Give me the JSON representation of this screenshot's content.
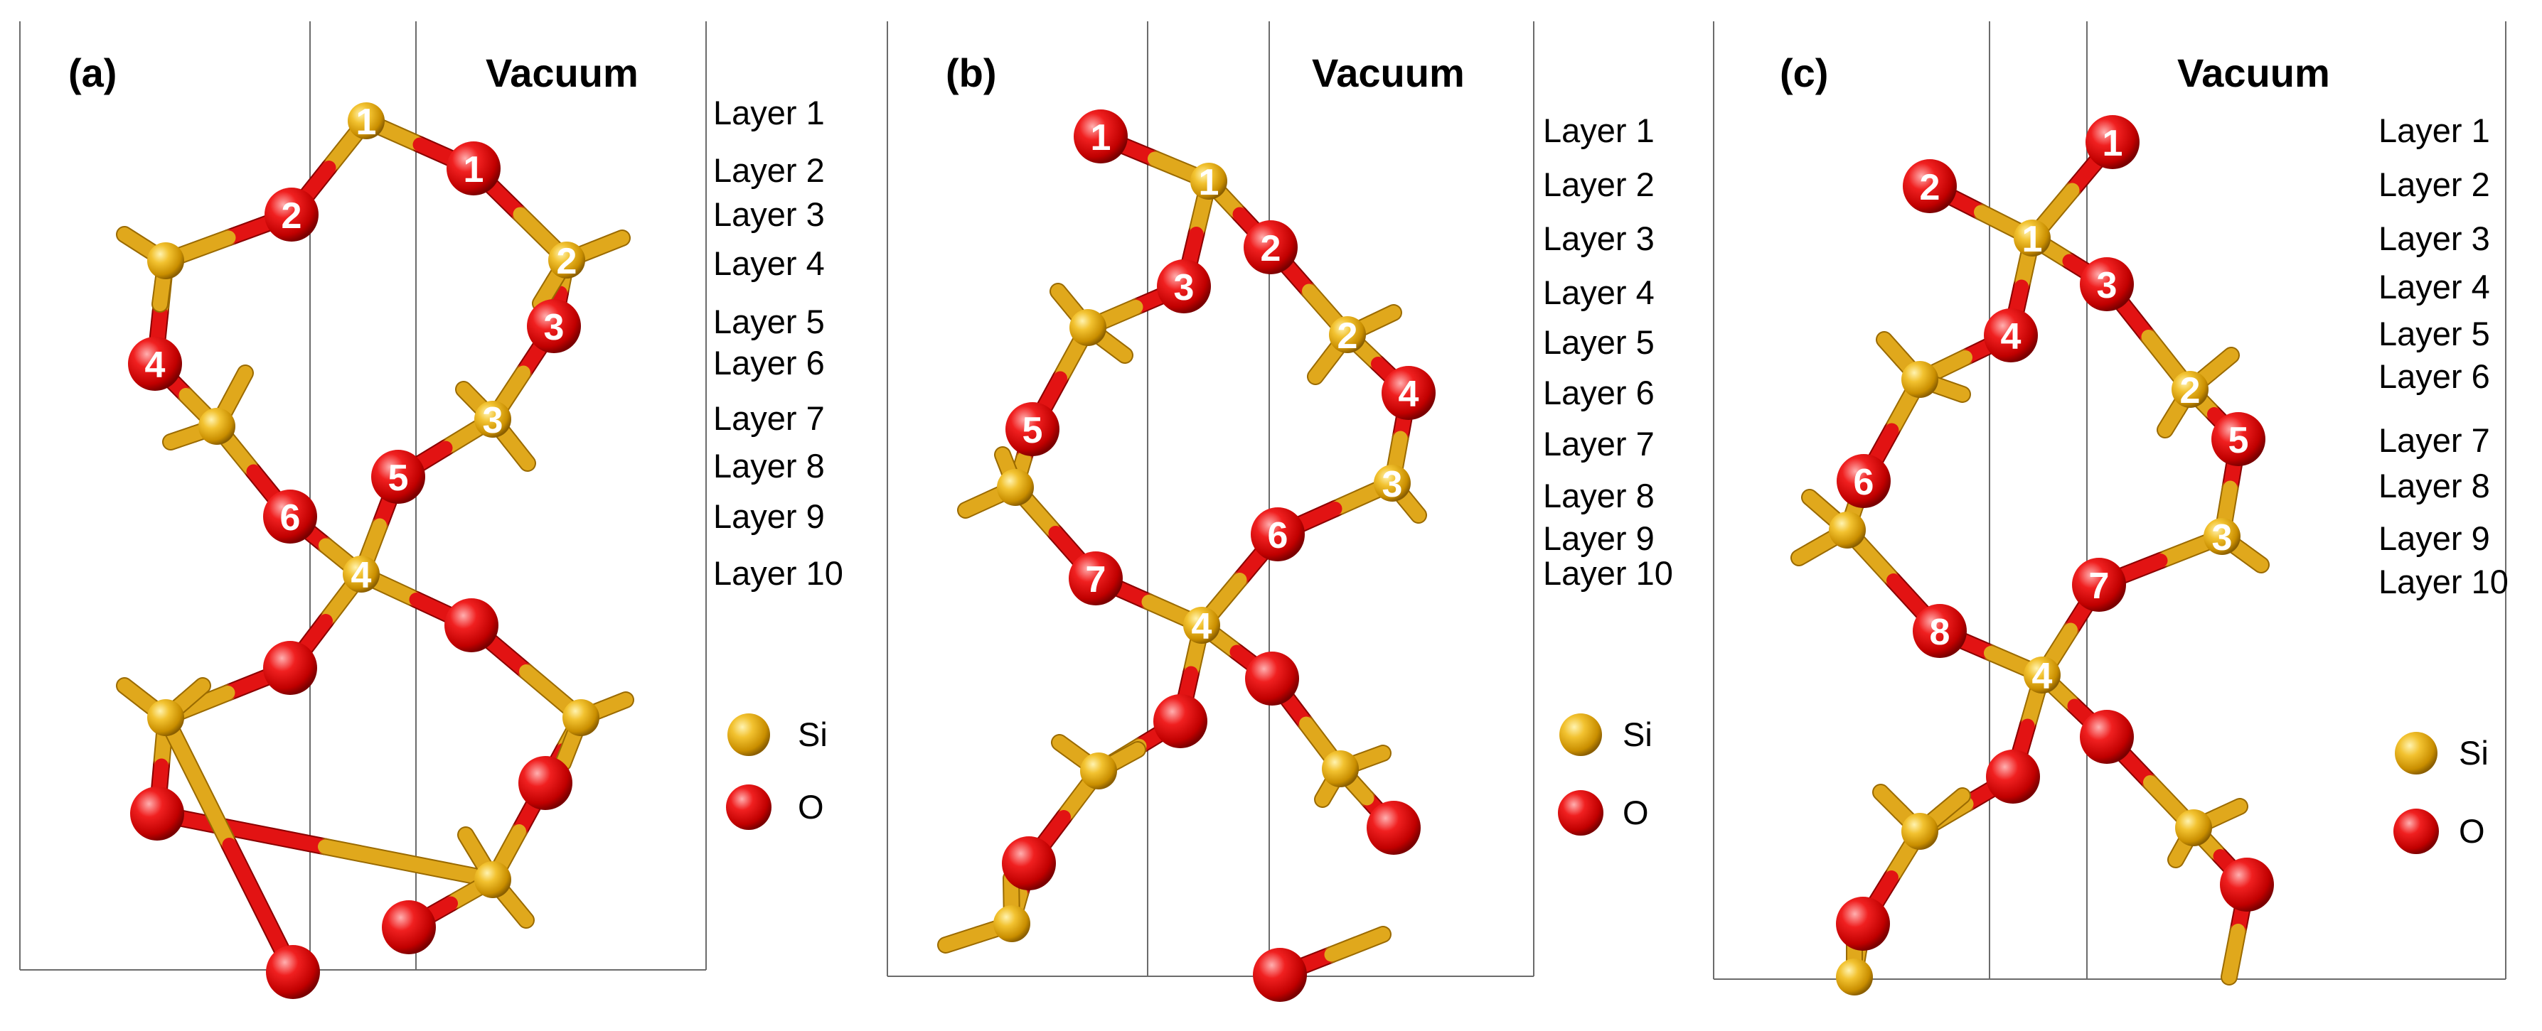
{
  "colors": {
    "si": "#e0a81c",
    "si_dark": "#9a6a00",
    "o": "#e21313",
    "o_dark": "#8a0000",
    "frame": "#6b6b6b"
  },
  "legend": {
    "si_label": "Si",
    "o_label": "O"
  },
  "panels": [
    {
      "label": "(a)",
      "vacuum": "Vacuum",
      "layers": [
        "Layer 1",
        "Layer 2",
        "Layer 3",
        "Layer 4",
        "Layer 5",
        "Layer 6",
        "Layer 7",
        "Layer 8",
        "Layer 9",
        "Layer 10"
      ],
      "atoms": [
        {
          "id": "si1",
          "type": "Si",
          "label": "1"
        },
        {
          "id": "si2",
          "type": "Si",
          "label": "2"
        },
        {
          "id": "si3",
          "type": "Si",
          "label": "3"
        },
        {
          "id": "si4",
          "type": "Si",
          "label": "4"
        },
        {
          "id": "sia",
          "type": "Si",
          "label": ""
        },
        {
          "id": "sib",
          "type": "Si",
          "label": ""
        },
        {
          "id": "sic",
          "type": "Si",
          "label": ""
        },
        {
          "id": "sid",
          "type": "Si",
          "label": ""
        },
        {
          "id": "sie",
          "type": "Si",
          "label": ""
        },
        {
          "id": "o1",
          "type": "O",
          "label": "1"
        },
        {
          "id": "o2",
          "type": "O",
          "label": "2"
        },
        {
          "id": "o3",
          "type": "O",
          "label": "3"
        },
        {
          "id": "o4",
          "type": "O",
          "label": "4"
        },
        {
          "id": "o5",
          "type": "O",
          "label": "5"
        },
        {
          "id": "o6",
          "type": "O",
          "label": "6"
        },
        {
          "id": "oa",
          "type": "O",
          "label": ""
        },
        {
          "id": "ob",
          "type": "O",
          "label": ""
        },
        {
          "id": "oc",
          "type": "O",
          "label": ""
        },
        {
          "id": "od",
          "type": "O",
          "label": ""
        },
        {
          "id": "oe",
          "type": "O",
          "label": ""
        },
        {
          "id": "of",
          "type": "O",
          "label": ""
        }
      ]
    },
    {
      "label": "(b)",
      "vacuum": "Vacuum",
      "layers": [
        "Layer 1",
        "Layer 2",
        "Layer 3",
        "Layer 4",
        "Layer 5",
        "Layer 6",
        "Layer 7",
        "Layer 8",
        "Layer 9",
        "Layer 10"
      ],
      "atoms": [
        {
          "id": "si1",
          "type": "Si",
          "label": "1"
        },
        {
          "id": "si2",
          "type": "Si",
          "label": "2"
        },
        {
          "id": "si3",
          "type": "Si",
          "label": "3"
        },
        {
          "id": "si4",
          "type": "Si",
          "label": "4"
        },
        {
          "id": "sia",
          "type": "Si",
          "label": ""
        },
        {
          "id": "sib",
          "type": "Si",
          "label": ""
        },
        {
          "id": "sic",
          "type": "Si",
          "label": ""
        },
        {
          "id": "sid",
          "type": "Si",
          "label": ""
        },
        {
          "id": "sie",
          "type": "Si",
          "label": ""
        },
        {
          "id": "o1",
          "type": "O",
          "label": "1"
        },
        {
          "id": "o2",
          "type": "O",
          "label": "2"
        },
        {
          "id": "o3",
          "type": "O",
          "label": "3"
        },
        {
          "id": "o4",
          "type": "O",
          "label": "4"
        },
        {
          "id": "o5",
          "type": "O",
          "label": "5"
        },
        {
          "id": "o6",
          "type": "O",
          "label": "6"
        },
        {
          "id": "o7",
          "type": "O",
          "label": "7"
        },
        {
          "id": "oa",
          "type": "O",
          "label": ""
        },
        {
          "id": "ob",
          "type": "O",
          "label": ""
        },
        {
          "id": "oc",
          "type": "O",
          "label": ""
        },
        {
          "id": "od",
          "type": "O",
          "label": ""
        },
        {
          "id": "oe",
          "type": "O",
          "label": ""
        }
      ]
    },
    {
      "label": "(c)",
      "vacuum": "Vacuum",
      "layers": [
        "Layer 1",
        "Layer 2",
        "Layer 3",
        "Layer 4",
        "Layer 5",
        "Layer 6",
        "Layer 7",
        "Layer 8",
        "Layer 9",
        "Layer 10"
      ],
      "atoms": [
        {
          "id": "si1",
          "type": "Si",
          "label": "1"
        },
        {
          "id": "si2",
          "type": "Si",
          "label": "2"
        },
        {
          "id": "si3",
          "type": "Si",
          "label": "3"
        },
        {
          "id": "si4",
          "type": "Si",
          "label": "4"
        },
        {
          "id": "sia",
          "type": "Si",
          "label": ""
        },
        {
          "id": "sib",
          "type": "Si",
          "label": ""
        },
        {
          "id": "sic",
          "type": "Si",
          "label": ""
        },
        {
          "id": "sid",
          "type": "Si",
          "label": ""
        },
        {
          "id": "sie",
          "type": "Si",
          "label": ""
        },
        {
          "id": "o1",
          "type": "O",
          "label": "1"
        },
        {
          "id": "o2",
          "type": "O",
          "label": "2"
        },
        {
          "id": "o3",
          "type": "O",
          "label": "3"
        },
        {
          "id": "o4",
          "type": "O",
          "label": "4"
        },
        {
          "id": "o5",
          "type": "O",
          "label": "5"
        },
        {
          "id": "o6",
          "type": "O",
          "label": "6"
        },
        {
          "id": "o7",
          "type": "O",
          "label": "7"
        },
        {
          "id": "o8",
          "type": "O",
          "label": "8"
        },
        {
          "id": "oa",
          "type": "O",
          "label": ""
        },
        {
          "id": "ob",
          "type": "O",
          "label": ""
        },
        {
          "id": "oc",
          "type": "O",
          "label": ""
        },
        {
          "id": "od",
          "type": "O",
          "label": ""
        }
      ]
    }
  ]
}
